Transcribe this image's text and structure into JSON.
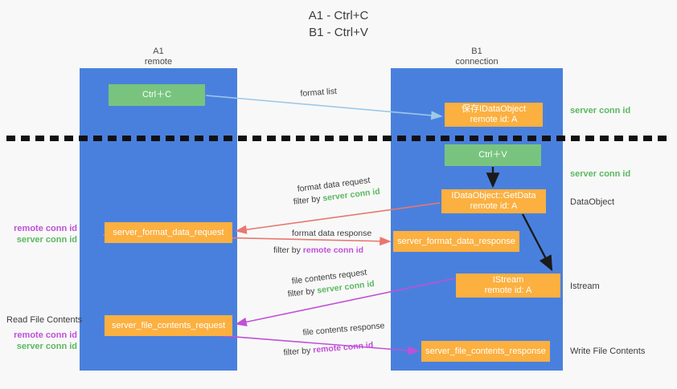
{
  "title": "A1 - Ctrl+C\nB1 - Ctrl+V",
  "columns": {
    "left": "A1\nremote",
    "right": "B1\nconnection"
  },
  "boxes": {
    "ctrl_c": "Ctrl＋C",
    "save_idataobject": "保存IDataObject\nremote id: A",
    "ctrl_v": "Ctrl＋V",
    "getdata": "IDataObject::GetData\nremote id: A",
    "format_data_request": "server_format_data_request",
    "format_data_response": "server_format_data_response",
    "istream": "IStream\nremote id: A",
    "file_contents_request": "server_file_contents_request",
    "file_contents_response": "server_file_contents_response"
  },
  "annotations": {
    "server_conn_id_top": "server conn id",
    "server_conn_id_second": "server conn id",
    "data_object": "DataObject",
    "istream": "Istream",
    "write_file_contents": "Write File Contents",
    "read_file_contents": "Read File Contents",
    "remote_conn_id": "remote conn id",
    "server_conn_id": "server conn id"
  },
  "arrow_labels": {
    "format_list": "format list",
    "format_data_request": "format data request",
    "format_data_request_filter_prefix": "filter by ",
    "format_data_request_filter_value": "server conn id",
    "format_data_response": "format data response",
    "format_data_response_filter_prefix": "filter by ",
    "format_data_response_filter_value": "remote conn id",
    "file_contents_request": "file contents request",
    "file_contents_request_filter_prefix": "filter by ",
    "file_contents_request_filter_value": "server conn id",
    "file_contents_response": "file contents response",
    "file_contents_response_filter_prefix": "filter by ",
    "file_contents_response_filter_value": "remote conn id"
  },
  "colors": {
    "lane_blue": "#4a80dd",
    "box_green": "#78c47f",
    "box_orange": "#fbb040",
    "arrow_light_blue": "#9ec8e8",
    "arrow_salmon": "#e8776f",
    "arrow_magenta": "#c050d8",
    "arrow_black": "#1a1a1a",
    "text_green": "#5bb860",
    "text_purple": "#c050d8",
    "background": "#f8f8f8"
  }
}
